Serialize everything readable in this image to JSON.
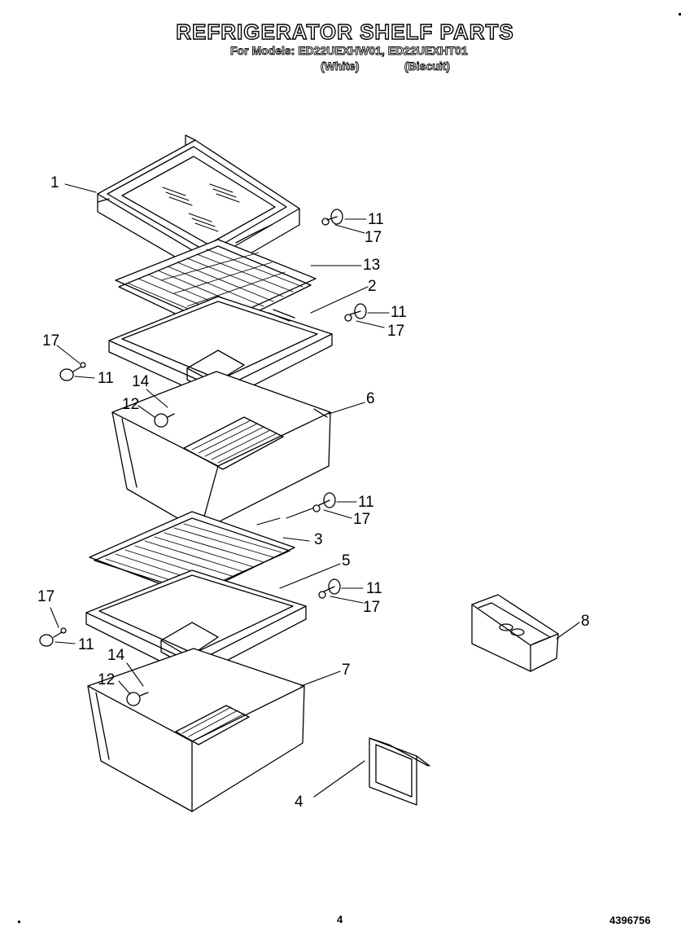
{
  "header": {
    "title": "REFRIGERATOR SHELF PARTS",
    "models_line": "For Models: ED22UEXHW01, ED22UEXHT01",
    "variant_white": "(White)",
    "variant_biscuit": "(Biscuit)"
  },
  "callouts": {
    "c1": "1",
    "c2": "2",
    "c3": "3",
    "c4": "4",
    "c5": "5",
    "c6": "6",
    "c7": "7",
    "c8": "8",
    "c11a": "11",
    "c17a": "17",
    "c13": "13",
    "c11b": "11",
    "c17b": "17",
    "c17c": "17",
    "c11c": "11",
    "c14a": "14",
    "c12a": "12",
    "c11d": "11",
    "c17d": "17",
    "c11e": "11",
    "c17e": "17",
    "c17f": "17",
    "c11f": "11",
    "c14b": "14",
    "c12b": "12"
  },
  "footer": {
    "page_number": "4",
    "document_number": "4396756"
  }
}
